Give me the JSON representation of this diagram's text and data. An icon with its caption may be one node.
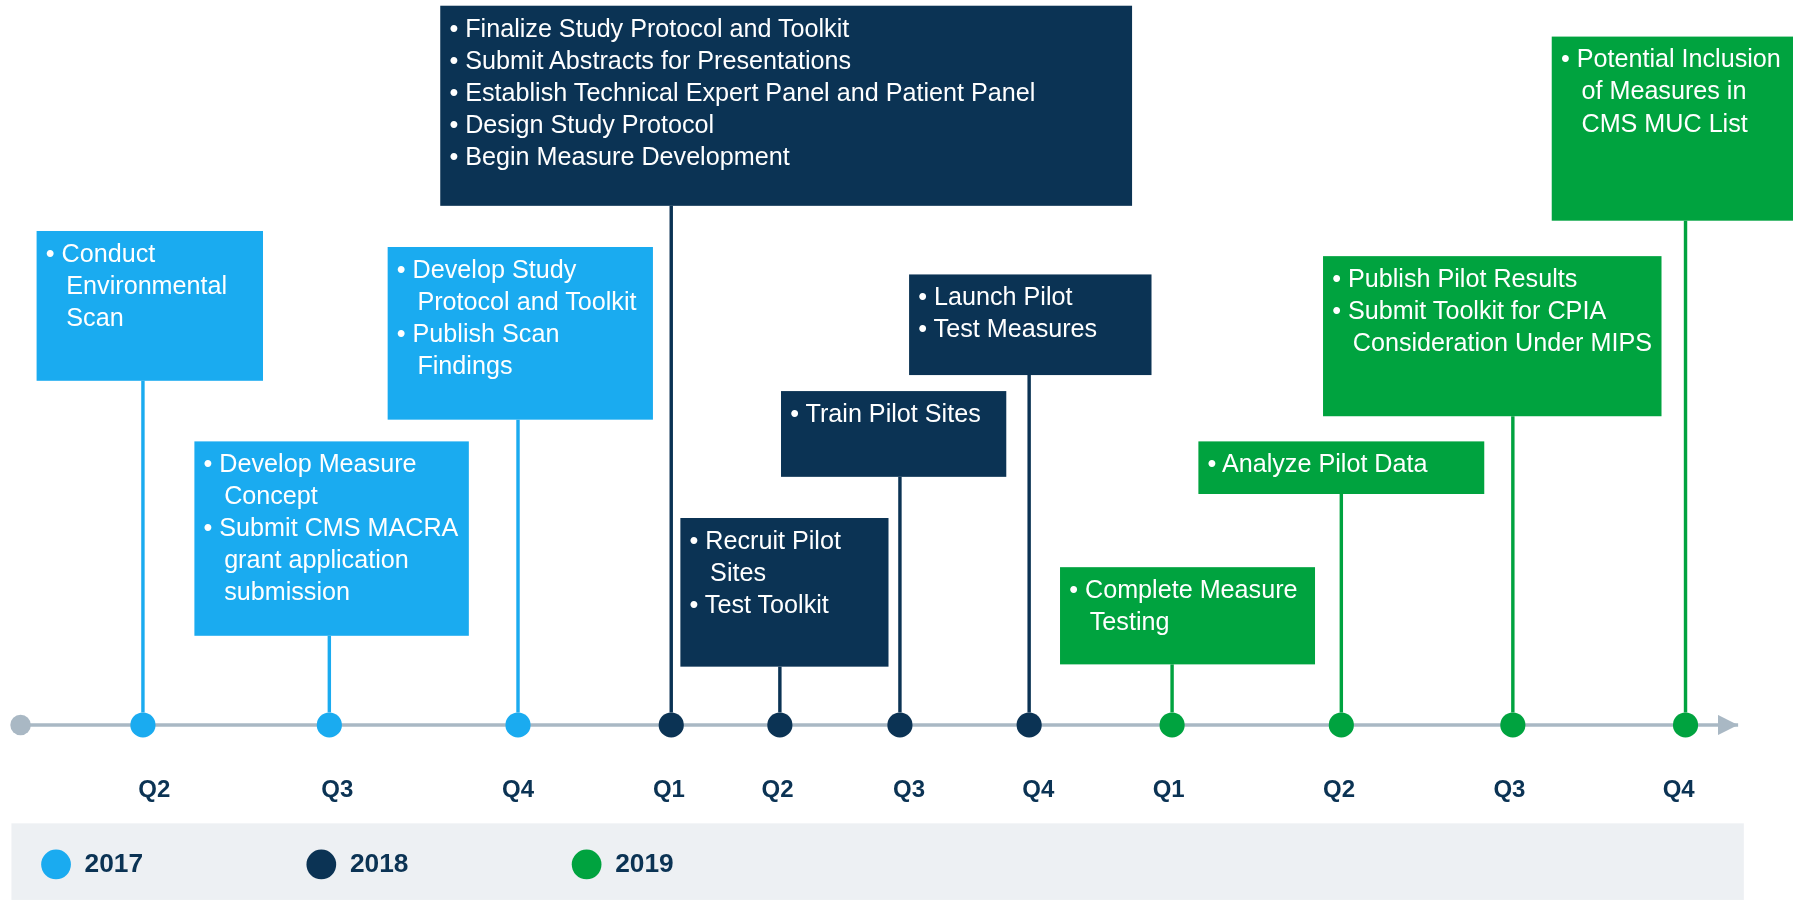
{
  "diagram": {
    "nodes": [
      {
        "text": [
          "• Conduct Environmental Scan"
        ]
      },
      {
        "text": [
          "• Develop Measure Concept",
          "• Submit CMS MACRA grant application submission"
        ]
      },
      {
        "text": [
          "• Develop Study Protocol and Toolkit",
          "• Publish Scan Findings"
        ]
      },
      {
        "text": [
          "• Finalize Study Protocol and Toolkit",
          "• Submit Abstracts for Presentations",
          "• Establish Technical Expert Panel and Patient Panel",
          "• Design Study Protocol",
          "• Begin Measure Development"
        ]
      },
      {
        "text": [
          "• Recruit Pilot Sites",
          "• Test Toolkit"
        ]
      },
      {
        "text": [
          "• Train Pilot Sites"
        ]
      },
      {
        "text": [
          "• Launch Pilot",
          "• Test Measures"
        ]
      },
      {
        "text": [
          "• Complete Measure Testing"
        ]
      },
      {
        "text": [
          "• Analyze Pilot Data"
        ]
      },
      {
        "text": [
          "• Publish Pilot Results",
          "• Submit Toolkit for CPIA Consideration Under MIPS"
        ]
      },
      {
        "text": [
          "• Potential Inclusion of Measures in CMS MUC List"
        ]
      },
      {
        "text": [],
        "shape": "circle"
      },
      {
        "text": [],
        "shape": "circle"
      },
      {
        "text": [],
        "shape": "circle"
      },
      {
        "text": [],
        "shape": "circle"
      },
      {
        "text": [],
        "shape": "circle"
      },
      {
        "text": [],
        "shape": "circle"
      },
      {
        "text": [],
        "shape": "circle"
      },
      {
        "text": [],
        "shape": "circle"
      },
      {
        "text": [],
        "shape": "circle"
      },
      {
        "text": [],
        "shape": "circle"
      },
      {
        "text": [],
        "shape": "circle"
      }
    ],
    "edges": [
      {
        "from": 0,
        "to": 11,
        "arrow": "none",
        "color": "#1aabf0"
      },
      {
        "from": 1,
        "to": 12,
        "arrow": "none",
        "color": "#1aabf0"
      },
      {
        "from": 2,
        "to": 13,
        "arrow": "none",
        "color": "#1aabf0"
      },
      {
        "from": 3,
        "to": 14,
        "arrow": "none",
        "color": "#0b3354"
      },
      {
        "from": 4,
        "to": 15,
        "arrow": "none",
        "color": "#0b3354"
      },
      {
        "from": 5,
        "to": 16,
        "arrow": "none",
        "color": "#0b3354"
      },
      {
        "from": 6,
        "to": 17,
        "arrow": "none",
        "color": "#0b3354"
      },
      {
        "from": 7,
        "to": 18,
        "arrow": "none",
        "color": "#00a33f"
      },
      {
        "from": 8,
        "to": 19,
        "arrow": "none",
        "color": "#00a33f"
      },
      {
        "from": 9,
        "to": 20,
        "arrow": "none",
        "color": "#00a33f"
      },
      {
        "from": 10,
        "to": 21,
        "arrow": "none",
        "color": "#00a33f"
      }
    ],
    "labels": [
      "Q2",
      "Q3",
      "Q4",
      "Q1",
      "Q2",
      "Q3",
      "Q4",
      "Q1",
      "Q2",
      "Q3",
      "Q4"
    ],
    "legend": [
      {
        "text": "2017",
        "color": "#1aabf0"
      },
      {
        "text": "2018",
        "color": "#0b3354"
      },
      {
        "text": "2019",
        "color": "#00a33f"
      }
    ]
  }
}
